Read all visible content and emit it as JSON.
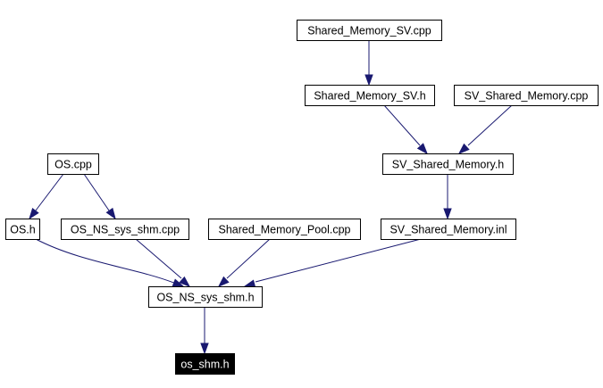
{
  "diagram": {
    "type": "include-dependency-graph",
    "edge_color": "#191970",
    "focus_fill": "#000000",
    "focus_text_color": "#ffffff",
    "nodes": [
      {
        "id": "shared_memory_sv_cpp",
        "label": "Shared_Memory_SV.cpp"
      },
      {
        "id": "shared_memory_sv_h",
        "label": "Shared_Memory_SV.h"
      },
      {
        "id": "sv_shared_memory_cpp",
        "label": "SV_Shared_Memory.cpp"
      },
      {
        "id": "os_cpp",
        "label": "OS.cpp"
      },
      {
        "id": "sv_shared_memory_h",
        "label": "SV_Shared_Memory.h"
      },
      {
        "id": "os_h",
        "label": "OS.h"
      },
      {
        "id": "os_ns_sys_shm_cpp",
        "label": "OS_NS_sys_shm.cpp"
      },
      {
        "id": "shared_memory_pool_cpp",
        "label": "Shared_Memory_Pool.cpp"
      },
      {
        "id": "sv_shared_memory_inl",
        "label": "SV_Shared_Memory.inl"
      },
      {
        "id": "os_ns_sys_shm_h",
        "label": "OS_NS_sys_shm.h"
      },
      {
        "id": "os_shm_h",
        "label": "os_shm.h",
        "focus": true
      }
    ],
    "edges": [
      {
        "from": "shared_memory_sv_cpp",
        "to": "shared_memory_sv_h"
      },
      {
        "from": "shared_memory_sv_h",
        "to": "sv_shared_memory_h"
      },
      {
        "from": "sv_shared_memory_cpp",
        "to": "sv_shared_memory_h"
      },
      {
        "from": "sv_shared_memory_h",
        "to": "sv_shared_memory_inl"
      },
      {
        "from": "os_cpp",
        "to": "os_h"
      },
      {
        "from": "os_cpp",
        "to": "os_ns_sys_shm_cpp"
      },
      {
        "from": "os_h",
        "to": "os_ns_sys_shm_h"
      },
      {
        "from": "os_ns_sys_shm_cpp",
        "to": "os_ns_sys_shm_h"
      },
      {
        "from": "shared_memory_pool_cpp",
        "to": "os_ns_sys_shm_h"
      },
      {
        "from": "sv_shared_memory_inl",
        "to": "os_ns_sys_shm_h"
      },
      {
        "from": "os_ns_sys_shm_h",
        "to": "os_shm_h"
      }
    ]
  }
}
